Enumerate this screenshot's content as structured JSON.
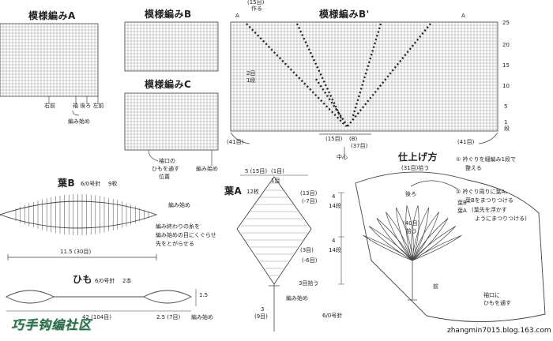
{
  "titles": {
    "pattern_a": "模様編みA",
    "pattern_b": "模様編みB",
    "pattern_c": "模様編みC",
    "pattern_b_prime": "模様編みB'",
    "leaf_b": "葉B",
    "leaf_a": "葉A",
    "cord": "ひも",
    "finishing": "仕上げ方"
  },
  "pattern_a": {
    "labels": [
      "右前",
      "袖 後ろ 左前"
    ],
    "start_label": "編み始め"
  },
  "pattern_c": {
    "note_lines": [
      "袖口の",
      "ひもを通す",
      "位置"
    ],
    "start_label": "編み始め"
  },
  "pattern_b_prime": {
    "top_label": "A",
    "top_label_2": "A",
    "top_count": "(15目)",
    "top_note": "作る",
    "left_count": "2目",
    "left_count_2": "1段",
    "bottom_left": "(41目)",
    "bottom_right": "(41目)",
    "bottom_mid_1": "(15目)",
    "bottom_mid_2": "(B)",
    "bottom_mid_3": "(37目)",
    "center_label": "中心",
    "row_numbers": [
      "25",
      "20",
      "15",
      "10",
      "5",
      "1",
      "段"
    ]
  },
  "leaf_b": {
    "needle": "6/0号針",
    "count": "9枚",
    "start_label": "編み始め",
    "note_lines": [
      "編み終わりの糸を",
      "編み始めの目にくぐらせ",
      "先をとがらせる"
    ],
    "width_label": "11.5 (30目)"
  },
  "leaf_a": {
    "needle": "12枚",
    "top_count": "(1目)",
    "top_label": "1目",
    "side_labels": [
      "(13目)",
      "(-7目)",
      "(3目)",
      "(-6目)",
      "3目拾う"
    ],
    "dims": [
      "4",
      "14段",
      "4",
      "14段"
    ],
    "width_label": "5 (15目)",
    "start_label": "編み始め",
    "bottom_labels": [
      "3",
      "(9目)"
    ],
    "needle_label": "6/0号針"
  },
  "cord": {
    "needle": "6/0号針",
    "count": "2本",
    "length_label": "42 (104目)",
    "side_label": "2.5 (7目)",
    "height_label": "1.5",
    "start_label": "編み始め"
  },
  "finishing": {
    "top_count": "(31目)拾う",
    "notes": [
      "① 衿ぐりを細編み1段で",
      "整える",
      "② 衿ぐり周りに葉A、",
      "葉Bをまつりつける",
      "(葉先を浮かす",
      "ようにまつりつける)"
    ],
    "labels": {
      "back": "後ろ",
      "leaf_b": "葉B",
      "leaf_a": "葉A",
      "center": "(40目)",
      "pick": "拾う",
      "front": "前",
      "sleeve": "袖口に",
      "sleeve_2": "ひもを通す"
    }
  },
  "footer": {
    "watermark": "巧手钩编社区",
    "site": "zhangmin7015.blog.163.com"
  },
  "colors": {
    "line": "#444444",
    "grid": "#8a8a8a",
    "paper": "#ffffff"
  }
}
